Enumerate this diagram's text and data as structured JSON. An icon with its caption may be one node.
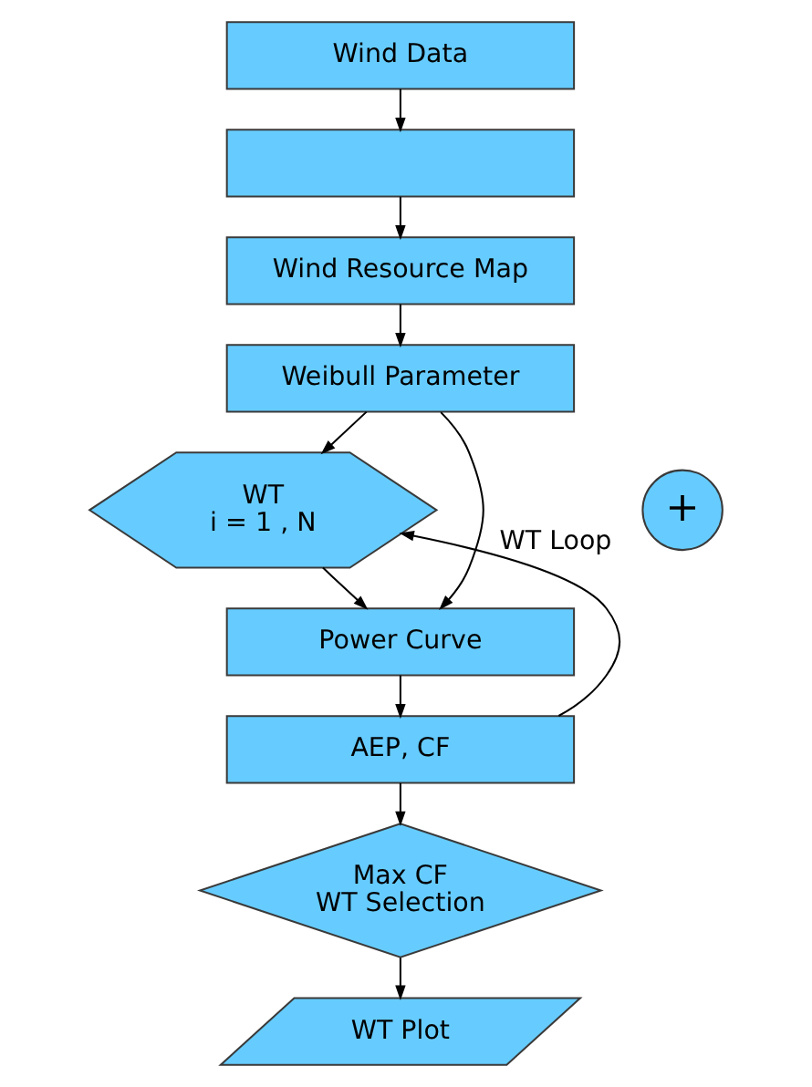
{
  "diagram": {
    "nodes": [
      {
        "text": [
          "Wind Data"
        ]
      },
      {
        "text": [],
        "shape": "box"
      },
      {
        "text": [
          "Wind Resource Map"
        ]
      },
      {
        "text": [
          "Weibull Parameter"
        ]
      },
      {
        "text": [
          "WT",
          "i = 1 , N"
        ]
      },
      {
        "text": [
          "Power Curve"
        ]
      },
      {
        "text": [
          "AEP, CF"
        ]
      },
      {
        "text": [
          "Max CF",
          "WT Selection"
        ]
      },
      {
        "text": [
          "WT Plot"
        ]
      },
      {
        "text": [
          "+"
        ]
      }
    ],
    "edges": [
      {
        "from": 0,
        "to": 1,
        "arrow": "to"
      },
      {
        "from": 1,
        "to": 2,
        "arrow": "to"
      },
      {
        "from": 2,
        "to": 3,
        "arrow": "to"
      },
      {
        "from": 3,
        "to": 4,
        "arrow": "to"
      },
      {
        "from": 4,
        "to": 5,
        "arrow": "to"
      },
      {
        "from": 5,
        "to": 6,
        "arrow": "to"
      },
      {
        "from": 6,
        "to": 7,
        "arrow": "to"
      },
      {
        "from": 7,
        "to": 8,
        "arrow": "to"
      },
      {
        "from": 3,
        "to": 5,
        "arrow": "to"
      },
      {
        "from": 6,
        "to": 4,
        "arrow": "to",
        "label": "WT Loop"
      }
    ]
  }
}
